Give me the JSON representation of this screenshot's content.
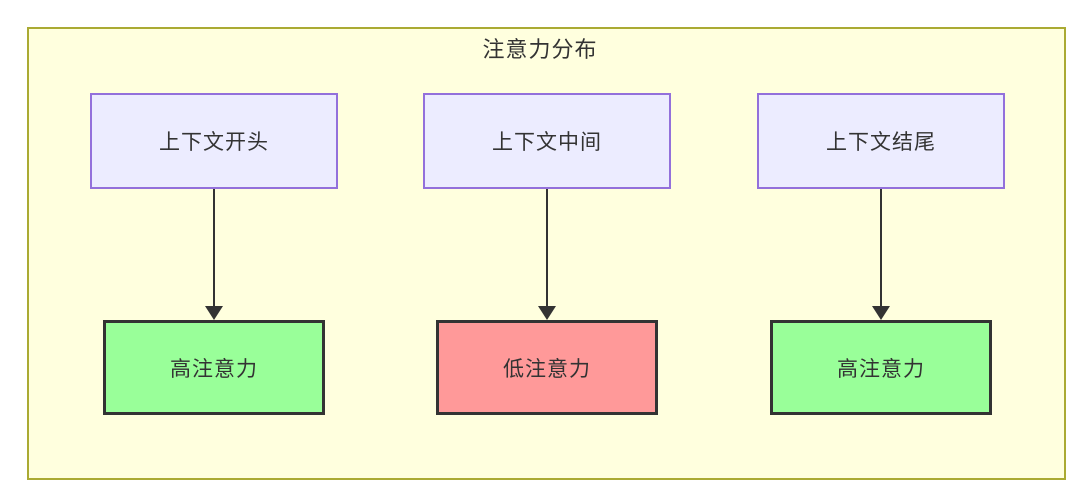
{
  "diagram": {
    "title": "注意力分布",
    "columns": [
      {
        "source": "上下文开头",
        "target": "高注意力",
        "attention_level": "high",
        "target_fill": "#99ff99",
        "target_style": "background:#99ff99"
      },
      {
        "source": "上下文中间",
        "target": "低注意力",
        "attention_level": "low",
        "target_fill": "#ff9999",
        "target_style": "background:#ff9999"
      },
      {
        "source": "上下文结尾",
        "target": "高注意力",
        "attention_level": "high",
        "target_fill": "#99ff99",
        "target_style": "background:#99ff99"
      }
    ],
    "colors": {
      "frame_background": "#ffffde",
      "frame_border": "#aaaa33",
      "source_node_background": "#ececff",
      "source_node_border": "#9370db",
      "high_attention_fill": "#99ff99",
      "low_attention_fill": "#ff9999",
      "target_node_border": "#333333",
      "arrow": "#333333",
      "text": "#333333"
    }
  }
}
